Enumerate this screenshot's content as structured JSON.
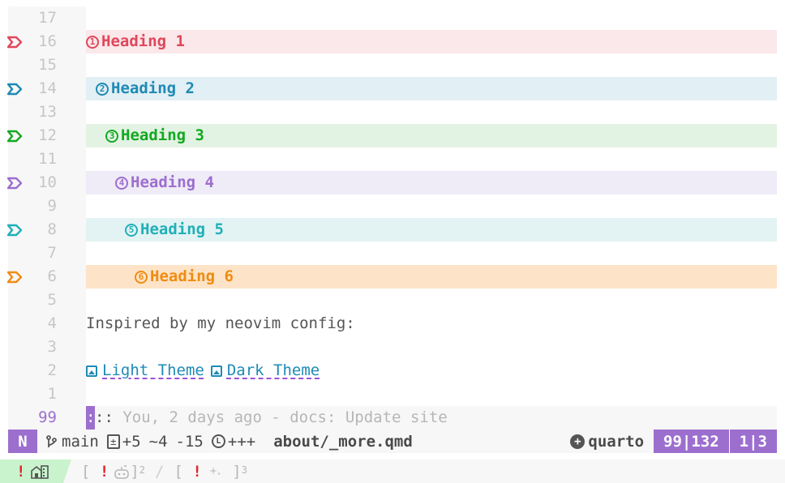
{
  "colors": {
    "h1": "#e0475b",
    "h1_bg": "#fbe8ea",
    "h2": "#1f8ab5",
    "h2_bg": "#e2eff4",
    "h3": "#14a821",
    "h3_bg": "#e3f3e3",
    "h4": "#9c6fce",
    "h4_bg": "#efebf7",
    "h5": "#20b0b8",
    "h5_bg": "#e3f3f3",
    "h6": "#f08c12",
    "h6_bg": "#fde4c8",
    "accent": "#9c6fce"
  },
  "editor": {
    "lines": [
      {
        "num": "17"
      },
      {
        "num": "16",
        "heading": {
          "level": 1,
          "icon": "1",
          "text": "Heading 1",
          "indent": 0
        }
      },
      {
        "num": "15"
      },
      {
        "num": "14",
        "heading": {
          "level": 2,
          "icon": "2",
          "text": "Heading 2",
          "indent": 1
        }
      },
      {
        "num": "13"
      },
      {
        "num": "12",
        "heading": {
          "level": 3,
          "icon": "3",
          "text": "Heading 3",
          "indent": 2
        }
      },
      {
        "num": "11"
      },
      {
        "num": "10",
        "heading": {
          "level": 4,
          "icon": "4",
          "text": "Heading 4",
          "indent": 3
        }
      },
      {
        "num": "9"
      },
      {
        "num": "8",
        "heading": {
          "level": 5,
          "icon": "5",
          "text": "Heading 5",
          "indent": 4
        }
      },
      {
        "num": "7"
      },
      {
        "num": "6",
        "heading": {
          "level": 6,
          "icon": "6",
          "text": "Heading 6",
          "indent": 5
        }
      },
      {
        "num": "5"
      },
      {
        "num": "4",
        "text": "Inspired by my neovim config:"
      },
      {
        "num": "3"
      },
      {
        "num": "2",
        "links": [
          "Light Theme",
          "Dark Theme"
        ]
      },
      {
        "num": "1"
      },
      {
        "num": "99",
        "current": true,
        "cursor": ":",
        "rest": "::",
        "blame": " You, 2 days ago - docs: Update site"
      }
    ]
  },
  "statusline": {
    "mode": "N",
    "branch": "main",
    "diff_added": "+5",
    "diff_changed": "~4",
    "diff_removed": "-15",
    "lsp_progress": "+++",
    "filename": "about/_more.qmd",
    "filetype": "quarto",
    "position": "99|132",
    "column": "1|3"
  },
  "tabline": {
    "active_tab": {
      "error": "!",
      "icon": "home-building-icon"
    },
    "tabs": [
      {
        "error": "!",
        "icon": "robot-icon",
        "number": "2"
      },
      {
        "error": "!",
        "icon": "sparkles-icon",
        "number": "3"
      }
    ]
  }
}
